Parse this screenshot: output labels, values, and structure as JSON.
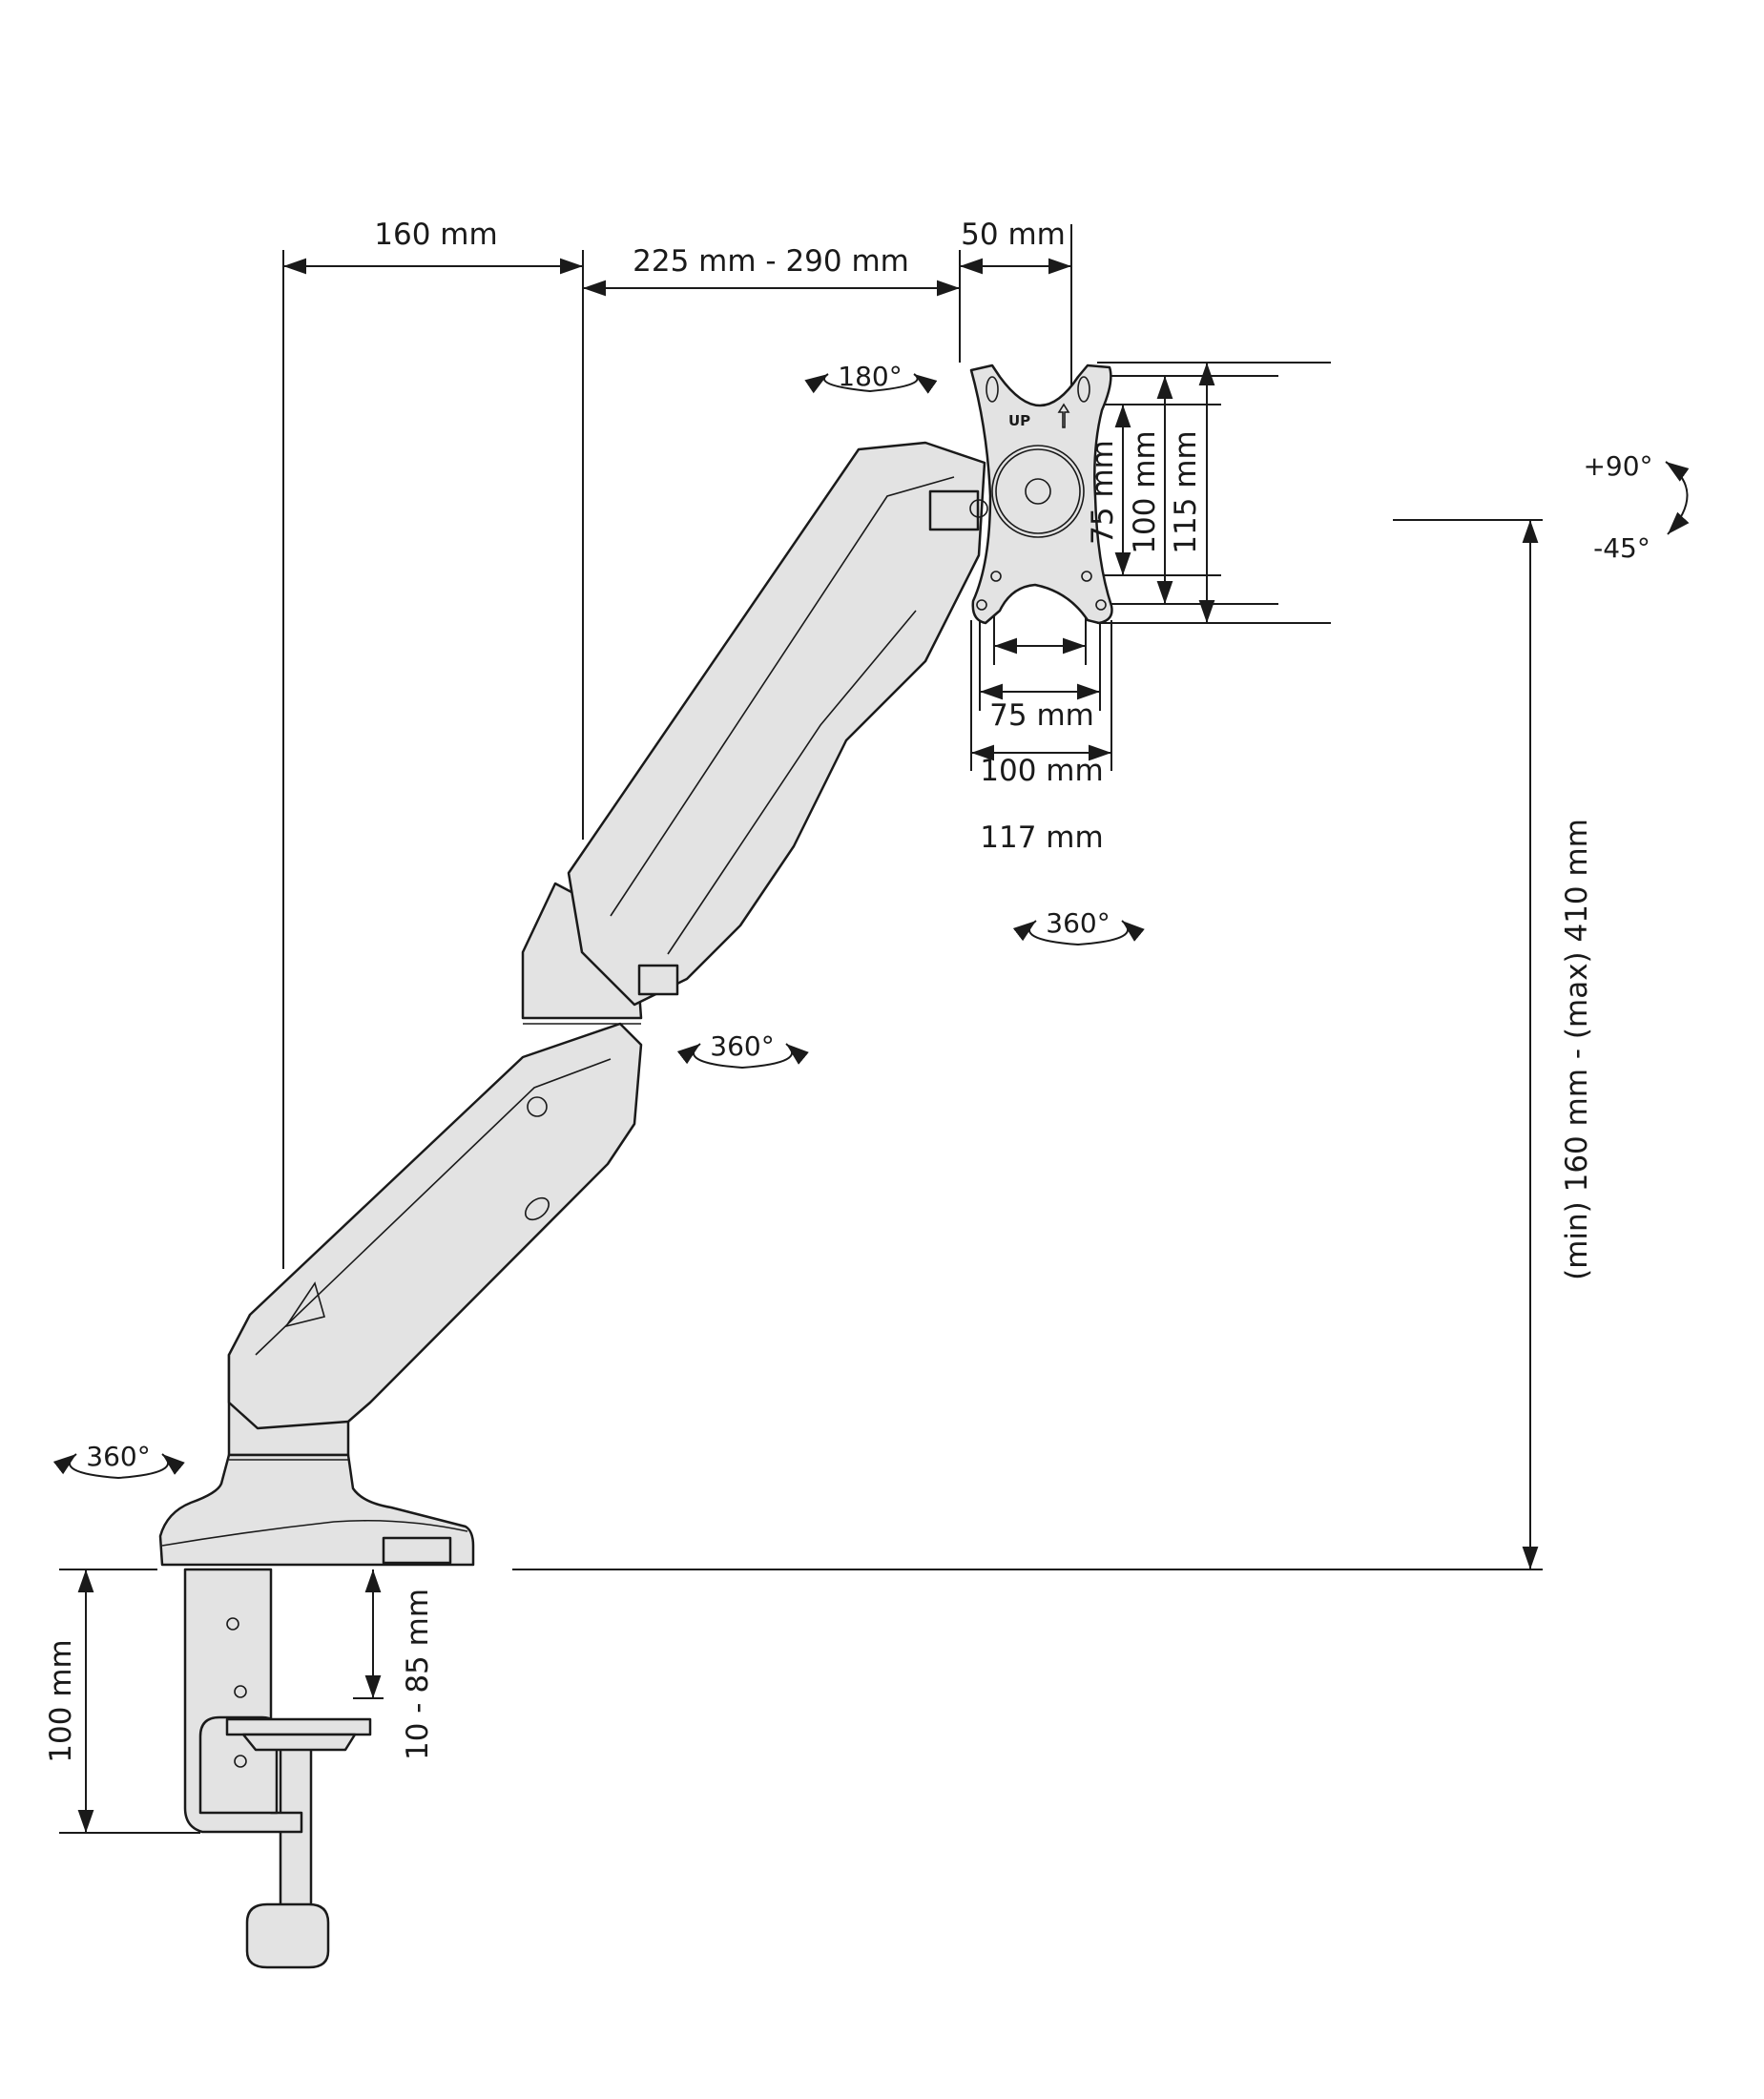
{
  "dimensions": {
    "base_to_arm_offset": "160 mm",
    "arm_reach": "225 mm - 290 mm",
    "plate_offset": "50 mm",
    "vesa_v_75": "75 mm",
    "vesa_v_100": "100 mm",
    "plate_height": "115 mm",
    "vesa_h_75": "75 mm",
    "vesa_h_100": "100 mm",
    "plate_width": "117 mm",
    "height_range": "(min) 160 mm - (max) 410 mm",
    "clamp_depth": "100 mm",
    "desk_thickness": "10 - 85 mm"
  },
  "rotations": {
    "plate_swivel": "180°",
    "tilt_up": "+90°",
    "tilt_down": "-45°",
    "plate_rotation": "360°",
    "elbow_rotation": "360°",
    "base_rotation": "360°"
  },
  "plate_labels": {
    "up": "UP"
  },
  "colors": {
    "line": "#1a1a1a",
    "fill": "#e3e3e3"
  }
}
